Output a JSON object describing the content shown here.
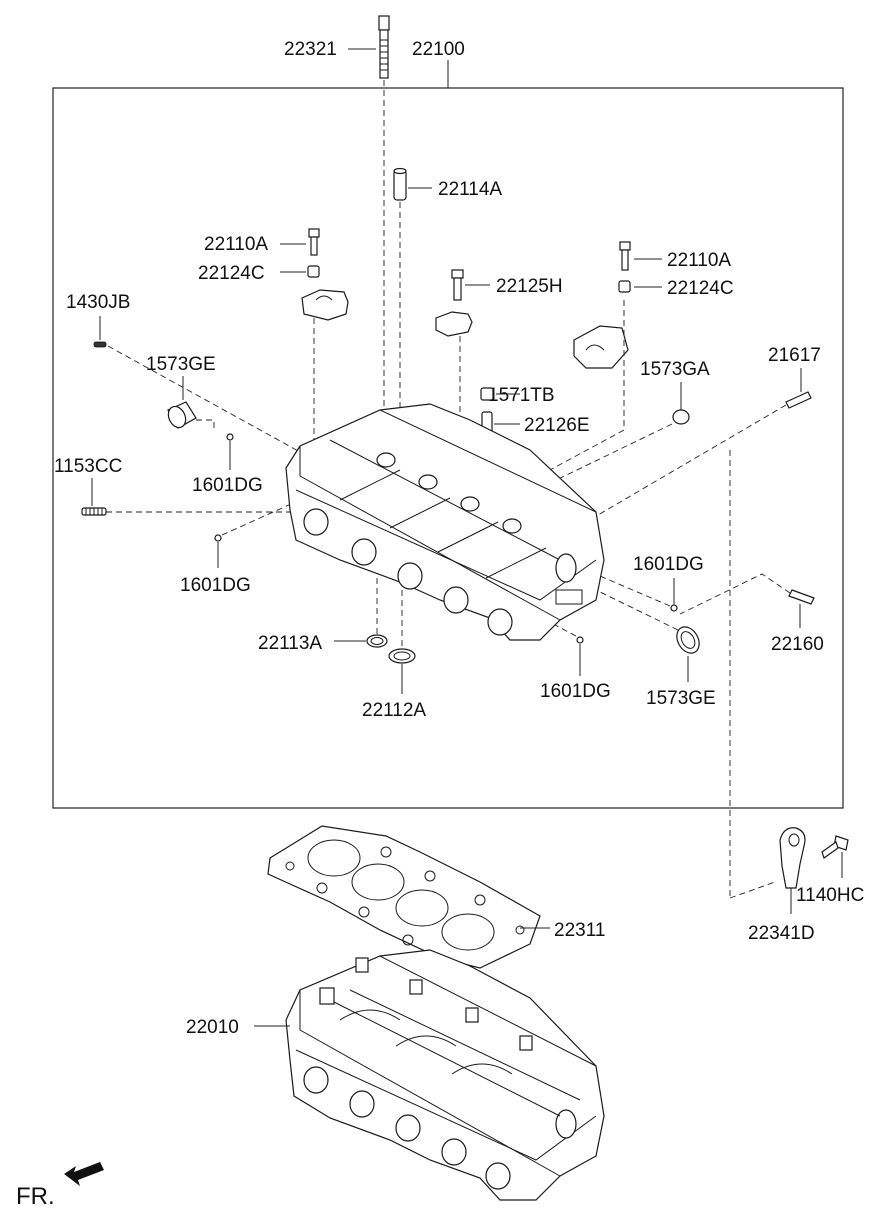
{
  "labels": {
    "p22321": "22321",
    "p22100": "22100",
    "p22114A": "22114A",
    "p22110A_l": "22110A",
    "p22124C_l": "22124C",
    "p22110A_r": "22110A",
    "p22124C_r": "22124C",
    "p22125H": "22125H",
    "p1430JB": "1430JB",
    "p1573GE_t": "1573GE",
    "p1573GA": "1573GA",
    "p21617": "21617",
    "p1571TB": "1571TB",
    "p22126E": "22126E",
    "p1153CC": "1153CC",
    "p1601DG_a": "1601DG",
    "p1601DG_b": "1601DG",
    "p1601DG_c": "1601DG",
    "p1601DG_d": "1601DG",
    "p22113A": "22113A",
    "p22112A": "22112A",
    "p22160": "22160",
    "p1573GE_b": "1573GE",
    "p22311": "22311",
    "p22010": "22010",
    "p1140HC": "1140HC",
    "p22341D": "22341D",
    "front": "FR."
  }
}
